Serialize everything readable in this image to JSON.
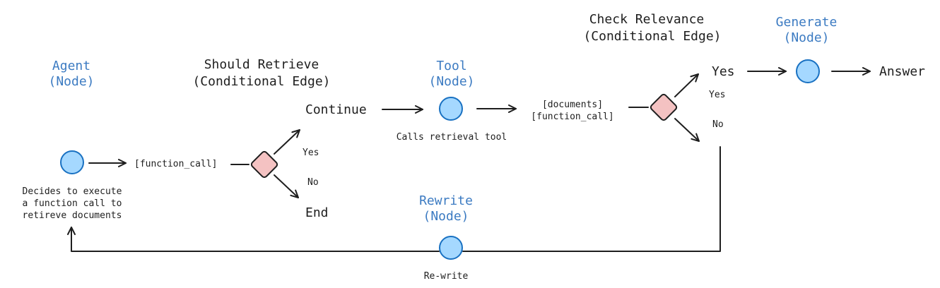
{
  "nodes": {
    "agent": {
      "title": "Agent",
      "subtitle": "(Node)",
      "desc": [
        "Decides to execute",
        "a function call to",
        "retireve documents"
      ]
    },
    "tool": {
      "title": "Tool",
      "subtitle": "(Node)",
      "desc": "Calls retrieval tool"
    },
    "generate": {
      "title": "Generate",
      "subtitle": "(Node)"
    },
    "rewrite": {
      "title": "Rewrite",
      "subtitle": "(Node)",
      "desc": "Re-write"
    }
  },
  "edges": {
    "should_retrieve": {
      "title": "Should Retrieve",
      "subtitle": "(Conditional Edge)",
      "yes": "Yes",
      "no": "No"
    },
    "check_relevance": {
      "title": "Check Relevance",
      "subtitle": "(Conditional Edge)",
      "yes": "Yes",
      "no": "No"
    }
  },
  "labels": {
    "function_call": "[function_call]",
    "continue": "Continue",
    "end": "End",
    "documents": "[documents]",
    "function_call_2": "[function_call]",
    "yes_outcome": "Yes",
    "answer": "Answer"
  },
  "colors": {
    "node_fill": "#a5d8ff",
    "node_stroke": "#1971c2",
    "node_title": "#3c7bc2",
    "diamond_fill": "#f4c2c2"
  }
}
